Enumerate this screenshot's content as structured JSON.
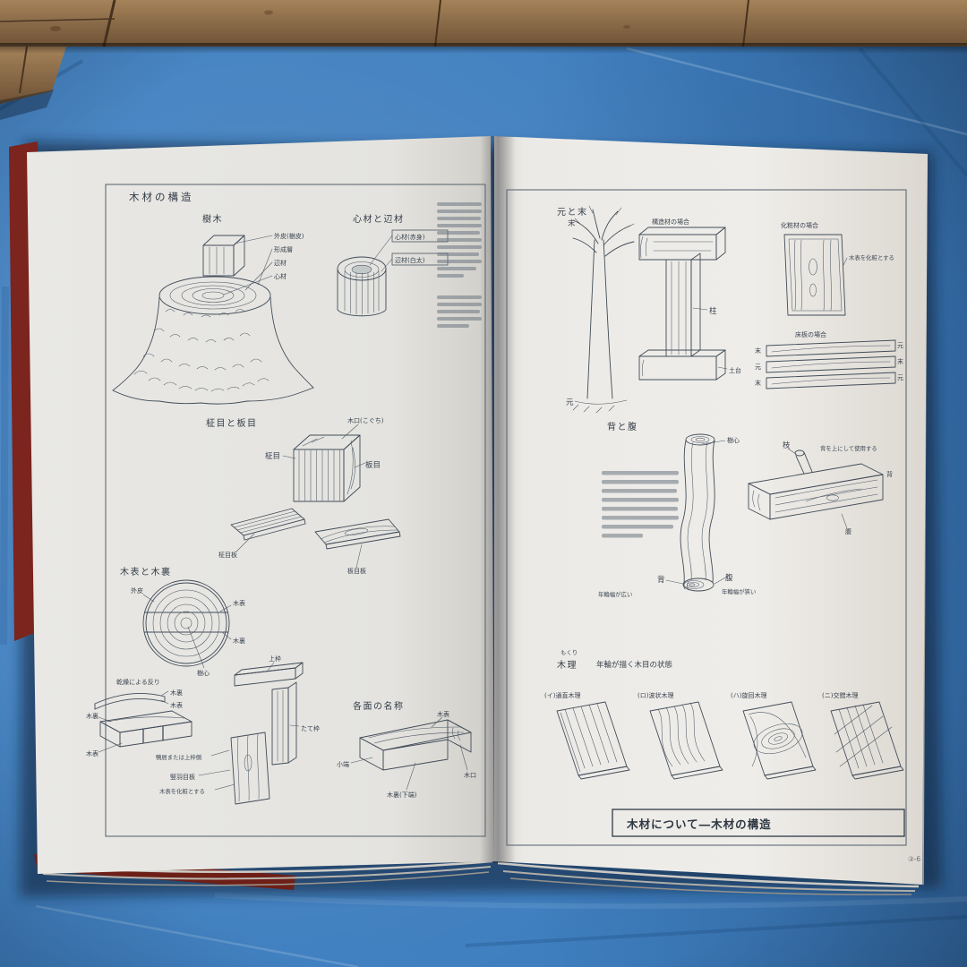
{
  "palette": {
    "tarp_blue": "#3f7fc0",
    "cover_red": "#7d241e",
    "paper": "#eceae6",
    "ink": "#414c59",
    "wood": "#96754e"
  },
  "left_page": {
    "title": "木材の構造",
    "tree": {
      "heading": "樹木",
      "labels": [
        "外皮(樹皮)",
        "形成層",
        "辺材",
        "心材"
      ]
    },
    "heartwood": {
      "heading": "心材と辺材",
      "box1": "心材(赤身)",
      "box2": "辺材(白太)"
    },
    "grain_block": {
      "heading": "柾目と板目",
      "top_label": "木口(こぐち)",
      "left_label": "柾目",
      "right_label": "板目",
      "board1_label": "柾目板",
      "board2_label": "板目板"
    },
    "face_back": {
      "heading": "木表と木裏",
      "labels": [
        "外皮",
        "木表",
        "木裏",
        "樹心"
      ],
      "warp_heading": "乾燥による反り",
      "warp_top": "木裏",
      "warp_bottom": "木表",
      "board_top": "木裏",
      "board_bottom": "木表",
      "frame_top": "上枠",
      "frame_side": "たて枠",
      "frame_note1": "鴨居または上枠側",
      "frame_note2": "竪羽目板",
      "frame_note3": "木表を化粧とする"
    },
    "face_names": {
      "heading": "各面の名称",
      "top": "木表",
      "left": "小端",
      "bottom": "木裏(下端)",
      "end": "木口"
    }
  },
  "right_page": {
    "moto_sue": {
      "heading": "元と末",
      "tree_top": "末",
      "tree_bottom": "元",
      "structure_label": "構造材の場合",
      "post_label": "柱",
      "sill_label": "土台",
      "panel_label": "化粧材の場合",
      "panel_note": "木表を化粧とする",
      "floor_label": "床板の場合",
      "floor_marks": [
        "末",
        "元",
        "元",
        "末",
        "末",
        "元"
      ]
    },
    "se_hara": {
      "heading": "背と腹",
      "trunk_top": "樹心",
      "branch": "枝",
      "back": "背",
      "belly": "腹",
      "ring_wide": "年輪幅が広い",
      "ring_narrow": "年輪幅が狭い",
      "beam_back": "背",
      "beam_belly": "腹",
      "note": "背を上にして使用する"
    },
    "mokuri": {
      "furigana": "もくり",
      "heading": "木理",
      "subtitle": "年輪が描く木目の状態",
      "types": [
        "(イ)通直木理",
        "(ロ)波状木理",
        "(ハ)旋回木理",
        "(ニ)交錯木理"
      ]
    },
    "footer_box": "木材について―木材の構造",
    "page_number": "③-6"
  }
}
